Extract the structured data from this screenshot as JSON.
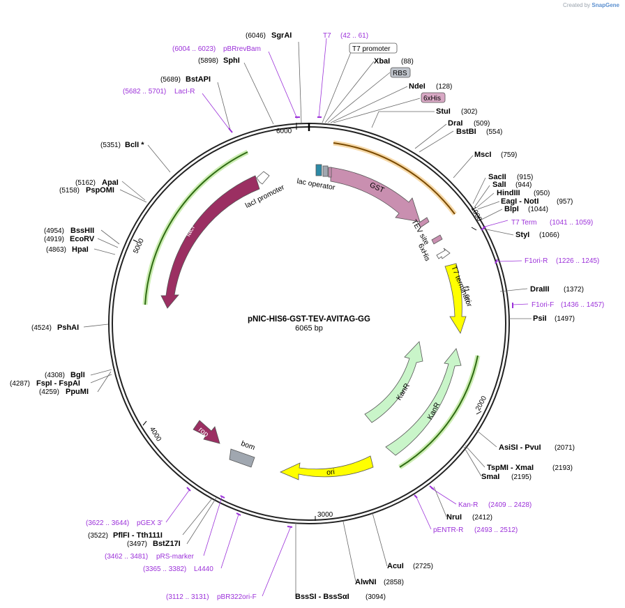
{
  "credit": {
    "prefix": "Created by",
    "brand": "SnapGene"
  },
  "plasmid": {
    "name": "pNIC-HIS6-GST-TEV-AVITAG-GG",
    "length_label": "6065 bp"
  },
  "ticks": [
    "1000",
    "2000",
    "3000",
    "4000",
    "5000",
    "6000"
  ],
  "features": [
    {
      "label": "GST"
    },
    {
      "label": "TEV site"
    },
    {
      "label": "6xHis"
    },
    {
      "label": "T7 terminator"
    },
    {
      "label": "f1 ori"
    },
    {
      "label": "KanR"
    },
    {
      "label": "KanR"
    },
    {
      "label": "ori"
    },
    {
      "label": "bom"
    },
    {
      "label": "rop"
    },
    {
      "label": "lacI"
    },
    {
      "label": "lacI promoter"
    },
    {
      "label": "lac operator"
    }
  ],
  "boxed_labels": [
    "T7 promoter",
    "RBS",
    "6xHis"
  ],
  "sites": [
    {
      "name": "SgrAI",
      "pos": "(6046)"
    },
    {
      "name": "SphI",
      "pos": "(5898)"
    },
    {
      "name": "BstAPI",
      "pos": "(5689)"
    },
    {
      "name": "XbaI",
      "pos": "(88)"
    },
    {
      "name": "NdeI",
      "pos": "(128)"
    },
    {
      "name": "StuI",
      "pos": "(302)"
    },
    {
      "name": "DraI",
      "pos": "(509)"
    },
    {
      "name": "BstBI",
      "pos": "(554)"
    },
    {
      "name": "MscI",
      "pos": "(759)"
    },
    {
      "name": "SacII",
      "pos": "(915)"
    },
    {
      "name": "SalI",
      "pos": "(944)"
    },
    {
      "name": "HindIII",
      "pos": "(950)"
    },
    {
      "name": "EagI - NotI",
      "pos": "(957)"
    },
    {
      "name": "BlpI",
      "pos": "(1044)"
    },
    {
      "name": "StyI",
      "pos": "(1066)"
    },
    {
      "name": "DraIII",
      "pos": "(1372)"
    },
    {
      "name": "PsiI",
      "pos": "(1497)"
    },
    {
      "name": "AsiSI - PvuI",
      "pos": "(2071)"
    },
    {
      "name": "TspMI - XmaI",
      "pos": "(2193)"
    },
    {
      "name": "SmaI",
      "pos": "(2195)"
    },
    {
      "name": "NruI",
      "pos": "(2412)"
    },
    {
      "name": "AcuI",
      "pos": "(2725)"
    },
    {
      "name": "AlwNI",
      "pos": "(2858)"
    },
    {
      "name": "BssSI - BssSαI",
      "pos": "(3094)"
    },
    {
      "name": "PflFI - Tth111I",
      "pos": "(3522)"
    },
    {
      "name": "BstZ17I",
      "pos": "(3497)"
    },
    {
      "name": "PpuMI",
      "pos": "(4259)"
    },
    {
      "name": "FspI - FspAI",
      "pos": "(4287)"
    },
    {
      "name": "BglI",
      "pos": "(4308)"
    },
    {
      "name": "PshAI",
      "pos": "(4524)"
    },
    {
      "name": "HpaI",
      "pos": "(4863)"
    },
    {
      "name": "EcoRV",
      "pos": "(4919)"
    },
    {
      "name": "BssHII",
      "pos": "(4954)"
    },
    {
      "name": "PspOMI",
      "pos": "(5158)"
    },
    {
      "name": "ApaI",
      "pos": "(5162)"
    },
    {
      "name": "BclI *",
      "pos": "(5351)"
    }
  ],
  "primers": [
    {
      "name": "T7",
      "range": "(42 .. 61)"
    },
    {
      "name": "pBRrevBam",
      "range": "(6004 .. 6023)"
    },
    {
      "name": "LacI-R",
      "range": "(5682 .. 5701)"
    },
    {
      "name": "T7 Term",
      "range": "(1041 .. 1059)"
    },
    {
      "name": "F1ori-R",
      "range": "(1226 .. 1245)"
    },
    {
      "name": "F1ori-F",
      "range": "(1436 .. 1457)"
    },
    {
      "name": "Kan-R",
      "range": "(2409 .. 2428)"
    },
    {
      "name": "pENTR-R",
      "range": "(2493 .. 2512)"
    },
    {
      "name": "pGEX 3'",
      "range": "(3622 .. 3644)"
    },
    {
      "name": "pRS-marker",
      "range": "(3462 .. 3481)"
    },
    {
      "name": "L4440",
      "range": "(3365 .. 3382)"
    },
    {
      "name": "pBR322ori-F",
      "range": "(3112 .. 3131)"
    }
  ],
  "colors": {
    "backbone": "#222222",
    "gst": "#c98fb0",
    "laci": "#9b2f62",
    "kanr": "#c9f5c9",
    "ori": "#ffff00",
    "f1ori": "#ffff00",
    "bom": "#a0a7b0",
    "primer": "#9b30d9",
    "orf_orange": "#e8a640",
    "orf_green": "#4c9a2a"
  }
}
